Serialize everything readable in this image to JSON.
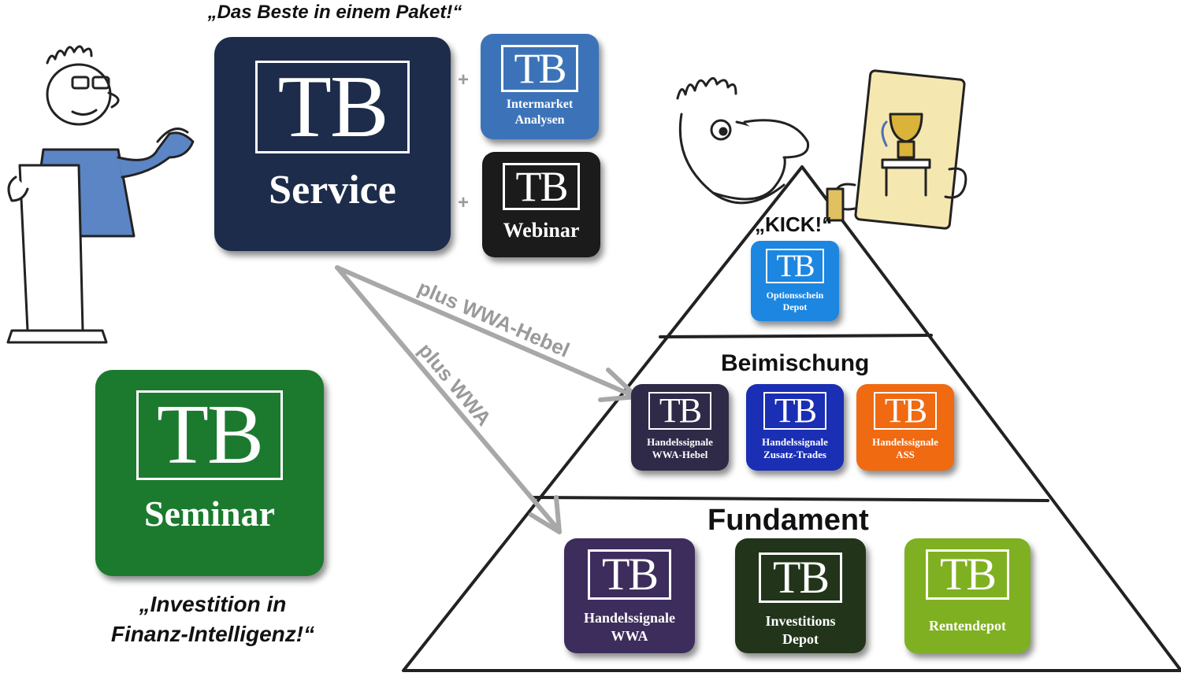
{
  "quotes": {
    "top": "„Das Beste in einem Paket!“",
    "bottom_line1": "„Investition in",
    "bottom_line2": "Finanz-Intelligenz!“"
  },
  "logo_text": "TB",
  "service": {
    "label": "Service",
    "color": "#1d2c4a"
  },
  "intermarket": {
    "line1": "Intermarket",
    "line2": "Analysen",
    "color": "#3c73b8"
  },
  "webinar": {
    "label": "Webinar",
    "color": "#1b1b1b"
  },
  "seminar": {
    "label": "Seminar",
    "color": "#1c7a2e"
  },
  "plus_sign": "+",
  "arrows": {
    "hebel": "plus WWA-Hebel",
    "wwa": "plus WWA"
  },
  "pyramid": {
    "kick": "„KICK!“",
    "beimischung": "Beimischung",
    "fundament": "Fundament",
    "optionsschein": {
      "line1": "Optionsschein",
      "line2": "Depot",
      "color": "#1c86e0"
    },
    "beimischung_tiles": [
      {
        "line1": "Handelssignale",
        "line2": "WWA-Hebel",
        "color": "#2e2a48"
      },
      {
        "line1": "Handelssignale",
        "line2": "Zusatz-Trades",
        "color": "#1a2fb3"
      },
      {
        "line1": "Handelssignale",
        "line2": "ASS",
        "color": "#f06a12"
      }
    ],
    "fundament_tiles": [
      {
        "line1": "Handelssignale",
        "line2": "WWA",
        "color": "#3d2d5c"
      },
      {
        "line1": "Investitions",
        "line2": "Depot",
        "color": "#22351a"
      },
      {
        "line1": "Rentendepot",
        "line2": "",
        "color": "#7fb021"
      }
    ]
  }
}
